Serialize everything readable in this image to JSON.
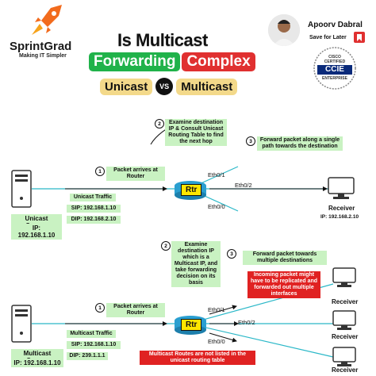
{
  "brand": {
    "name": "SprintGrad",
    "tagline": "Making IT Simpler"
  },
  "title": {
    "line1": "Is Multicast",
    "word_green": "Forwarding",
    "word_red": "Complex"
  },
  "subtitle": {
    "left": "Unicast",
    "vs": "VS",
    "right": "Multicast"
  },
  "author": {
    "name": "Apoorv Dabral",
    "save": "Save for Later"
  },
  "badge": {
    "top": "CISCO CERTIFIED",
    "main": "CCIE",
    "bottom": "ENTERPRISE"
  },
  "unicast": {
    "step1_num": "1",
    "step1": "Packet arrives at Router",
    "step2_num": "2",
    "step2": "Examine destination IP & Consult Unicast Routing Table to find the next hop",
    "step3_num": "3",
    "step3": "Forward packet along a single path towards the destination",
    "ports": {
      "p1": "Eth0/1",
      "p2": "Eth0/2",
      "p0": "Eth0/0"
    },
    "router": "Rtr",
    "traffic_label": "Unicast Traffic",
    "sip": "SIP: 192.168.1.10",
    "dip": "DIP: 192.168.2.10",
    "source_label": "Unicast Source",
    "source_ip": "IP: 192.168.1.10",
    "receiver_label": "Receiver",
    "receiver_ip": "IP: 192.168.2.10"
  },
  "multicast": {
    "step1_num": "1",
    "step1": "Packet arrives at Router",
    "step2_num": "2",
    "step2": "Examine destination IP which is a Multicast IP, and take forwarding decision on its basis",
    "step3_num": "3",
    "step3": "Forward packet towards multiple destinations",
    "note_replicate": "Incoming packet might have to be replicated and forwarded out multiple interfaces",
    "ports": {
      "p1": "Eth0/1",
      "p2": "Eth0/2",
      "p0": "Eth0/0"
    },
    "router": "Rtr",
    "traffic_label": "Multicast Traffic",
    "sip": "SIP: 192.168.1.10",
    "dip": "DIP: 239.1.1.1",
    "source_label": "Multicast Source",
    "source_ip": "IP: 192.168.1.10",
    "receiver1": "Receiver",
    "receiver2": "Receiver",
    "receiver3": "Receiver",
    "note_routes": "Multicast Routes are not listed in the unicast routing table"
  },
  "colors": {
    "green": "#20b24a",
    "red": "#e03030",
    "light_green": "#c9f2c2",
    "yellow": "#ffe600",
    "cyan": "#2bb8c8"
  }
}
